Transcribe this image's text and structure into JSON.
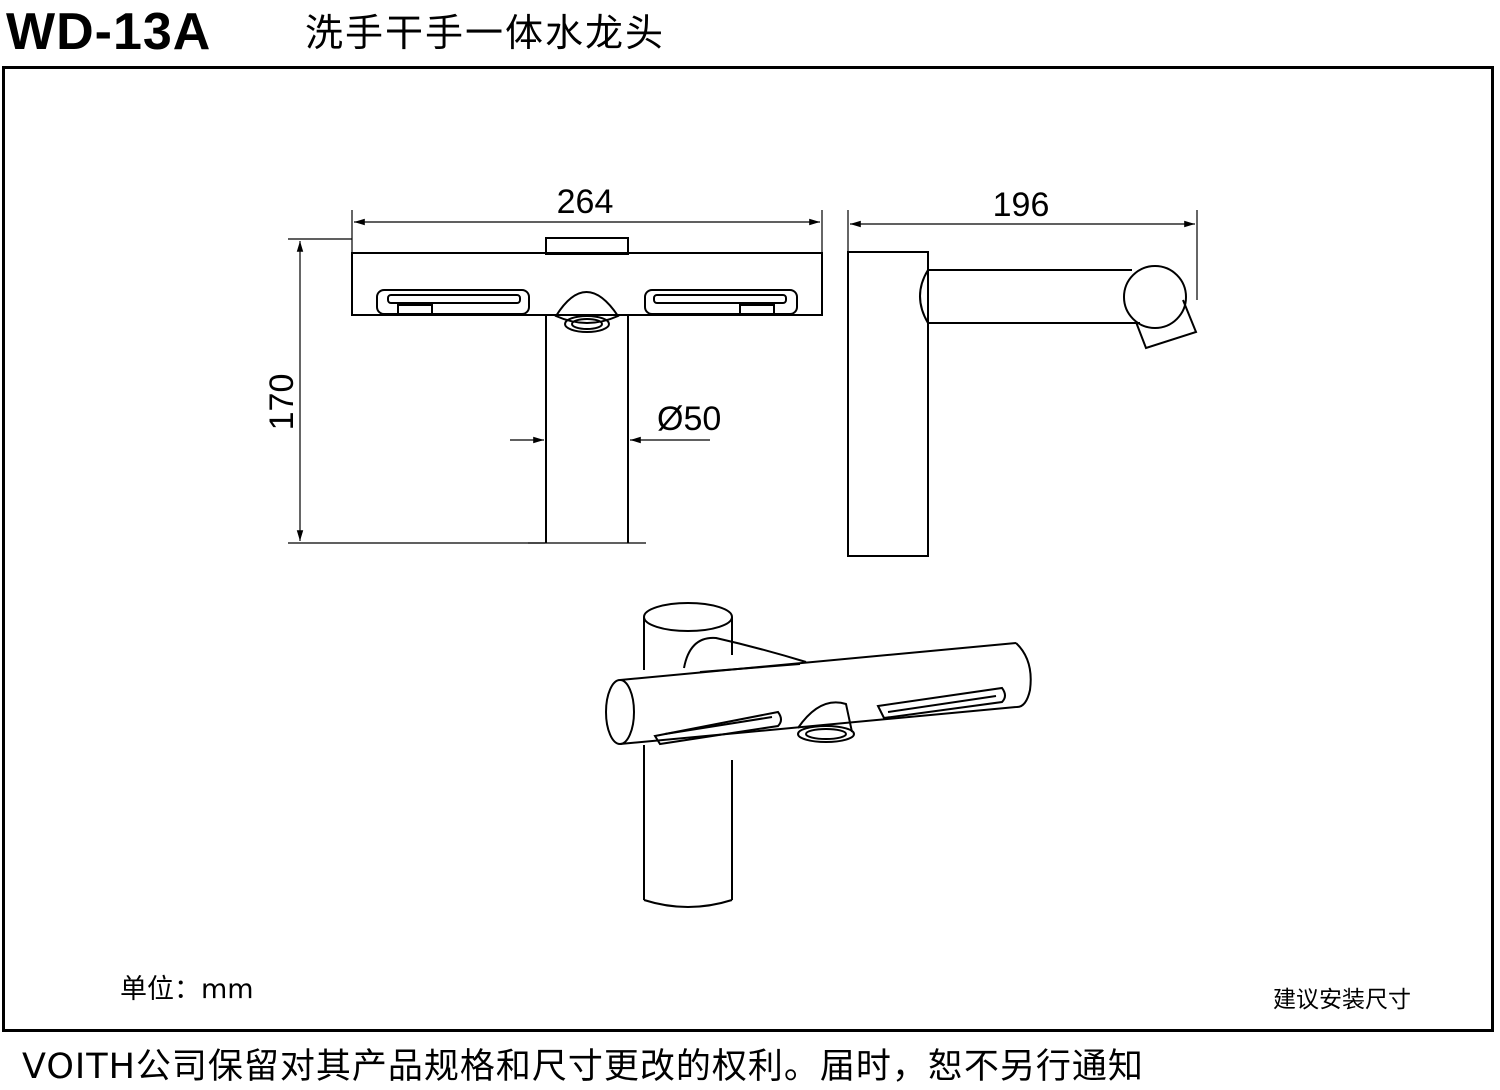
{
  "header": {
    "model": "WD-13A",
    "product_name": "洗手干手一体水龙头"
  },
  "drawing": {
    "front_view": {
      "width_label": "264",
      "height_label": "170",
      "diameter_label": "Ø50"
    },
    "side_view": {
      "depth_label": "196"
    }
  },
  "notes": {
    "unit": "单位：mm",
    "install": "建议安装尺寸"
  },
  "footer": {
    "disclaimer": "VOITH公司保留对其产品规格和尺寸更改的权利。届时，恕不另行通知"
  }
}
